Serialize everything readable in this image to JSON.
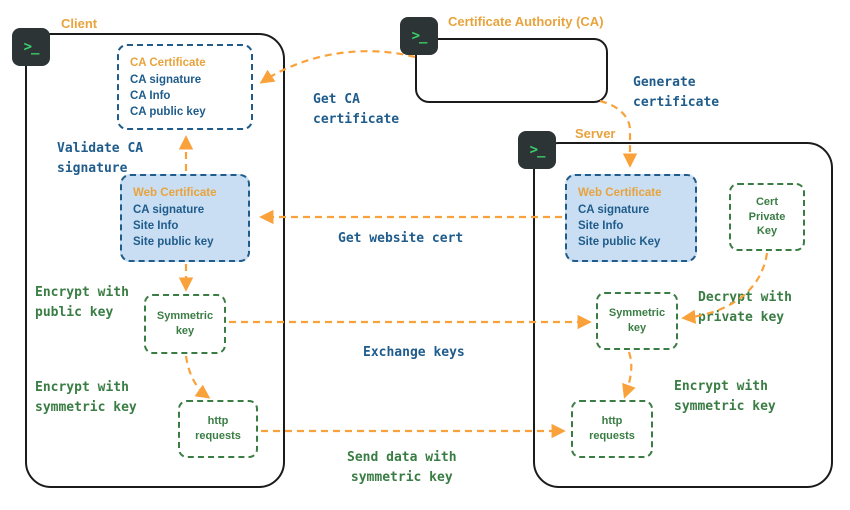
{
  "colors": {
    "accent_orange": "#e8a33d",
    "blue": "#1f5c8b",
    "green": "#3a7d44",
    "arrow_orange": "#f9a23c",
    "cert_fill": "#c9def2"
  },
  "icons": {
    "terminal_prompt": ">_"
  },
  "client": {
    "label": "Client",
    "ca_certificate": {
      "title": "CA Certificate",
      "lines": [
        "CA signature",
        "CA Info",
        "CA public key"
      ]
    },
    "validate_note": "Validate CA\nsignature",
    "web_certificate": {
      "title": "Web Certificate",
      "lines": [
        "CA signature",
        "Site Info",
        "Site public key"
      ]
    },
    "encrypt_public_note": "Encrypt with\npublic key",
    "symmetric_key": "Symmetric\nkey",
    "encrypt_symmetric_note": "Encrypt with\nsymmetric key",
    "http_requests": "http\nrequests"
  },
  "certificate_authority": {
    "label": "Certificate Authority (CA)"
  },
  "server": {
    "label": "Server",
    "web_certificate": {
      "title": "Web Certificate",
      "lines": [
        "CA signature",
        "Site Info",
        "Site public Key"
      ]
    },
    "cert_private_key": "Cert\nPrivate\nKey",
    "decrypt_private_note": "Decrypt with\nprivate key",
    "symmetric_key": "Symmetric\nkey",
    "encrypt_symmetric_note": "Encrypt with\nsymmetric key",
    "http_requests": "http\nrequests"
  },
  "arrows": {
    "get_ca_certificate": "Get CA\ncertificate",
    "generate_certificate": "Generate\ncertificate",
    "get_website_cert": "Get website cert",
    "exchange_keys": "Exchange keys",
    "send_data": "Send data with\nsymmetric key"
  }
}
